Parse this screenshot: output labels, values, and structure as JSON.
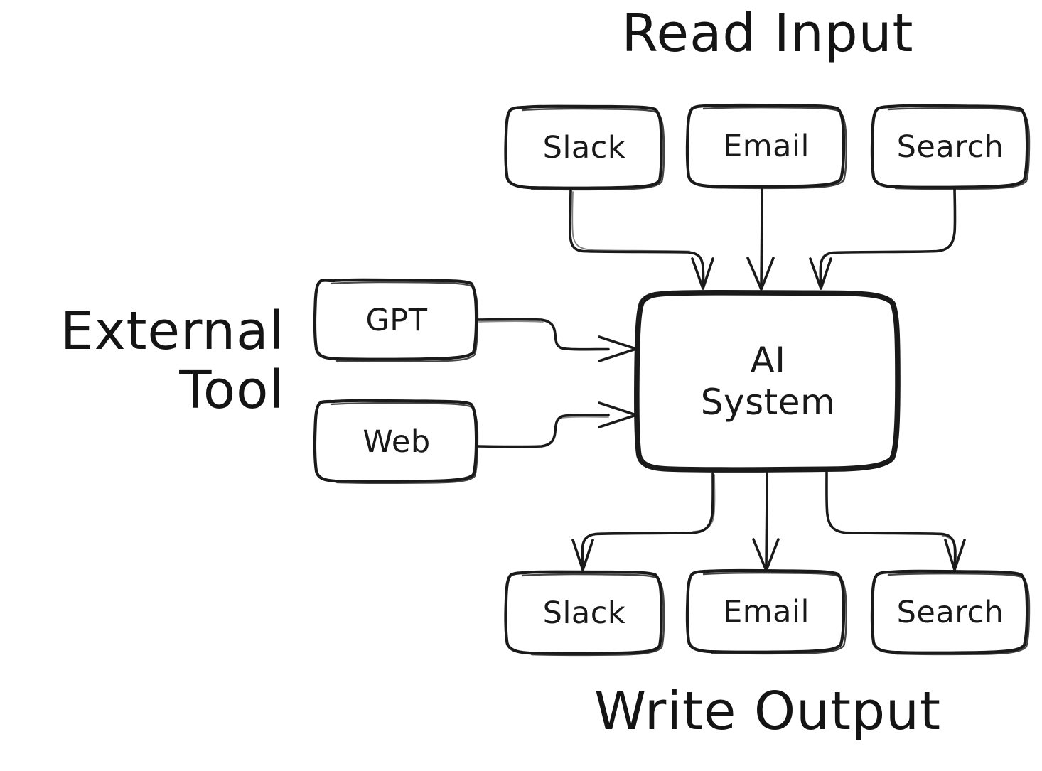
{
  "diagram": {
    "title_top": "Read Input",
    "title_bottom": "Write Output",
    "title_left": "External\nTool",
    "colors": {
      "background": "#ffffff",
      "stroke": "#1a1a1a",
      "text": "#191919",
      "node_fill": "#ffffff"
    },
    "center_node": {
      "label": "AI\nSystem",
      "name": "ai-system"
    },
    "input_nodes": [
      {
        "label": "Slack",
        "name": "input-slack"
      },
      {
        "label": "Email",
        "name": "input-email"
      },
      {
        "label": "Search",
        "name": "input-search"
      }
    ],
    "output_nodes": [
      {
        "label": "Slack",
        "name": "output-slack"
      },
      {
        "label": "Email",
        "name": "output-email"
      },
      {
        "label": "Search",
        "name": "output-search"
      }
    ],
    "tool_nodes": [
      {
        "label": "GPT",
        "name": "tool-gpt"
      },
      {
        "label": "Web",
        "name": "tool-web"
      }
    ],
    "edges": [
      {
        "from": "Slack",
        "to": "AI System",
        "direction": "down"
      },
      {
        "from": "Email",
        "to": "AI System",
        "direction": "down"
      },
      {
        "from": "Search",
        "to": "AI System",
        "direction": "down"
      },
      {
        "from": "GPT",
        "to": "AI System",
        "direction": "right"
      },
      {
        "from": "Web",
        "to": "AI System",
        "direction": "right"
      },
      {
        "from": "AI System",
        "to": "Slack",
        "direction": "down"
      },
      {
        "from": "AI System",
        "to": "Email",
        "direction": "down"
      },
      {
        "from": "AI System",
        "to": "Search",
        "direction": "down"
      }
    ]
  }
}
